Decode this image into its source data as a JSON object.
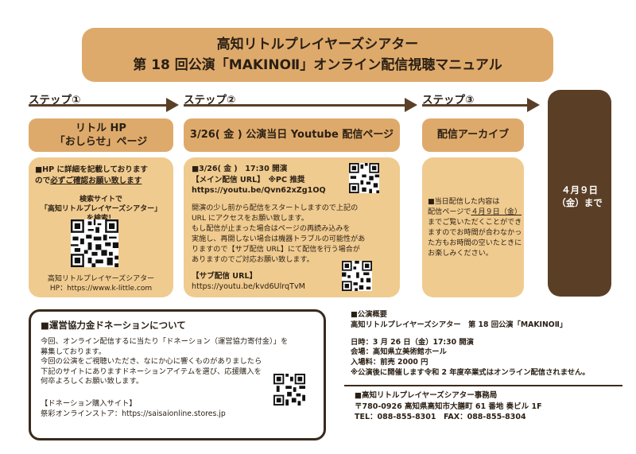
{
  "title": {
    "line1": "高知リトルプレイヤーズシアター",
    "line2": "第 18 回公演「MAKINOⅡ」オンライン配信視聴マニュアル"
  },
  "steps": [
    {
      "label": "ステップ①",
      "header1": "リトル HP",
      "header2": "「おしらせ」ページ"
    },
    {
      "label": "ステップ②",
      "header1": "3/26( 金 ) 公演当日 Youtube 配信ページ"
    },
    {
      "label": "ステップ③",
      "header1": "配信アーカイブ"
    }
  ],
  "card1": {
    "l1": "■HP に詳細を記載しております",
    "l2a": "ので",
    "l2b": "必ずご確認お願い致します",
    "l3": "検索サイトで",
    "l4": "「高知リトルプレイヤーズシアター」",
    "l5": "を検索！",
    "f1": "高知リトルプレイヤーズシアター",
    "f2": "HP：https://www.k-little.com"
  },
  "card2": {
    "h1": "■3/26( 金 )　17:30 開演",
    "h2": "【メイン配信 URL】　※PC 推奨",
    "h3": "https://youtu.be/Qvn62xZg1OQ",
    "b1": "開演の少し前から配信をスタートしますので上記の",
    "b2": "URL にアクセスをお願い致します。",
    "b3": "もし配信が止まった場合はページの再読み込みを",
    "b4": "実施し、再開しない場合は機器トラブルの可能性があ",
    "b5": "りますので【サブ配信 URL】にて配信を行う場合が",
    "b6": "ありますのでご対応お願い致します。",
    "s1": "【サブ配信 URL】",
    "s2": "https://youtu.be/kvd6UlrqTvM"
  },
  "card3": {
    "l1": "■当日配信した内容は",
    "l2a": "配信ページで",
    "l2b": "４月９日（金）",
    "l3": "までご覧いただくことができ",
    "l4": "ますのでお時間が合わなかっ",
    "l5": "た方もお時間の空いたときに",
    "l6": "お楽しみください。"
  },
  "deadline": {
    "l1": "４月９日",
    "l2": "（金）まで"
  },
  "donation": {
    "title": "■運営協力金ドネーションについて",
    "p1": "今回、オンライン配信するに当たり「ドネーション（運営協力寄付金）」を",
    "p2": "募集しております。",
    "p3": "今回の公演をご視聴いただき、なにか心に響くものがありましたら",
    "p4": "下記のサイトにありますドネーションアイテムを選び、応援購入を",
    "p5": "何卒よろしくお願い致します。",
    "site1": "【ドネーション購入サイト】",
    "site2": "祭彩オンラインストア：https://saisaionline.stores.jp"
  },
  "overview": {
    "h": "■公演概要",
    "t": "高知リトルプレイヤーズシアター　第 18 回公演「MAKINOⅡ」",
    "d1": "日時：3 月 26 日（金）17:30 開演",
    "d2": "会場：高知県立美術館ホール",
    "d3": "入場料：前売 2000 円",
    "d4": "※公演後に開催します令和 2 年度卒業式はオンライン配信されません。"
  },
  "office": {
    "h": "■高知リトルプレイヤーズシアター事務局",
    "a": "〒780-0926 高知県高知市大膳町 61 番地 奏ビル 1F",
    "t": "TEL：088-855-8301　FAX：088-855-8304"
  },
  "colors": {
    "tan": "#deaa6b",
    "light": "#f0cb8f",
    "brown": "#5a3f26"
  }
}
